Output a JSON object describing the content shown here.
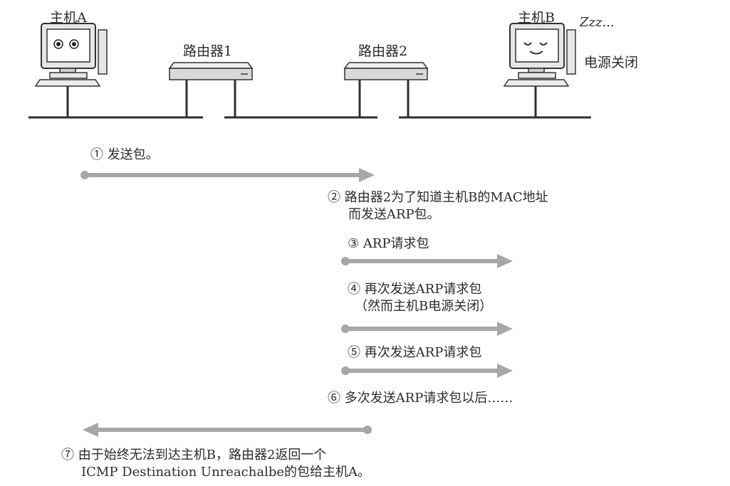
{
  "nodes": {
    "host_a": {
      "label": "主机A"
    },
    "router1": {
      "label": "路由器1"
    },
    "router2": {
      "label": "路由器2"
    },
    "host_b": {
      "label": "主机B",
      "sleep_text": "Zzz...",
      "status": "电源关闭"
    }
  },
  "steps": [
    {
      "number": "①",
      "text": "发送包。"
    },
    {
      "number": "②",
      "text": "路由器2为了知道主机B的MAC地址",
      "text2": "而发送ARP包。"
    },
    {
      "number": "③",
      "text": "ARP请求包"
    },
    {
      "number": "④",
      "text": "再次发送ARP请求包",
      "text2": "（然而主机B电源关闭）"
    },
    {
      "number": "⑤",
      "text": "再次发送ARP请求包"
    },
    {
      "number": "⑥",
      "text": "多次发送ARP请求包以后……"
    },
    {
      "number": "⑦",
      "text": "由于始终无法到达主机B，路由器2返回一个",
      "text2": "ICMP Destination Unreachalbe的包给主机A。"
    }
  ],
  "colors": {
    "arrow": "#a7a7a7",
    "line": "#2f2f2f",
    "device": "#d9d9d9"
  }
}
